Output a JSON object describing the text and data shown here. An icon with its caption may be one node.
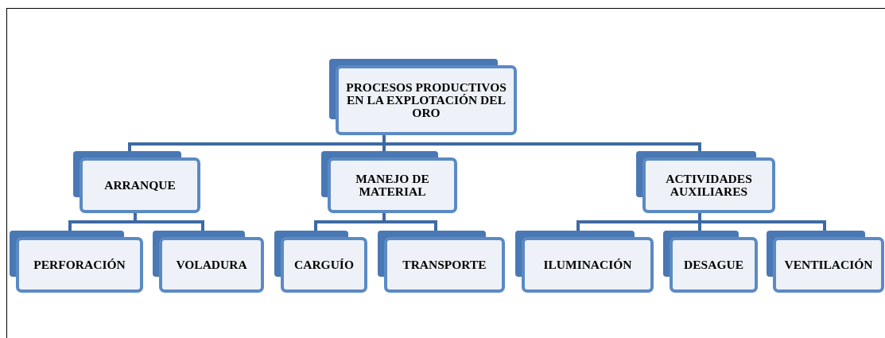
{
  "diagram": {
    "nodes": [
      {
        "text": [
          "PROCESOS PRODUCTIVOS EN LA EXPLOTACIÓN DEL ORO"
        ]
      },
      {
        "text": [
          "ARRANQUE"
        ]
      },
      {
        "text": [
          "MANEJO DE MATERIAL"
        ]
      },
      {
        "text": [
          "ACTIVIDADES AUXILIARES"
        ]
      },
      {
        "text": [
          "PERFORACIÓN"
        ]
      },
      {
        "text": [
          "VOLADURA"
        ]
      },
      {
        "text": [
          "CARGUÍO"
        ]
      },
      {
        "text": [
          "TRANSPORTE"
        ]
      },
      {
        "text": [
          "ILUMINACIÓN"
        ]
      },
      {
        "text": [
          "DESAGUE"
        ]
      },
      {
        "text": [
          "VENTILACIÓN"
        ]
      }
    ],
    "edges": [
      {
        "from": 0,
        "to": 1,
        "arrow": "none"
      },
      {
        "from": 0,
        "to": 2,
        "arrow": "none"
      },
      {
        "from": 0,
        "to": 3,
        "arrow": "none"
      },
      {
        "from": 1,
        "to": 4,
        "arrow": "none"
      },
      {
        "from": 1,
        "to": 5,
        "arrow": "none"
      },
      {
        "from": 2,
        "to": 6,
        "arrow": "none"
      },
      {
        "from": 2,
        "to": 7,
        "arrow": "none"
      },
      {
        "from": 3,
        "to": 8,
        "arrow": "none"
      },
      {
        "from": 3,
        "to": 9,
        "arrow": "none"
      },
      {
        "from": 3,
        "to": 10,
        "arrow": "none"
      }
    ]
  }
}
